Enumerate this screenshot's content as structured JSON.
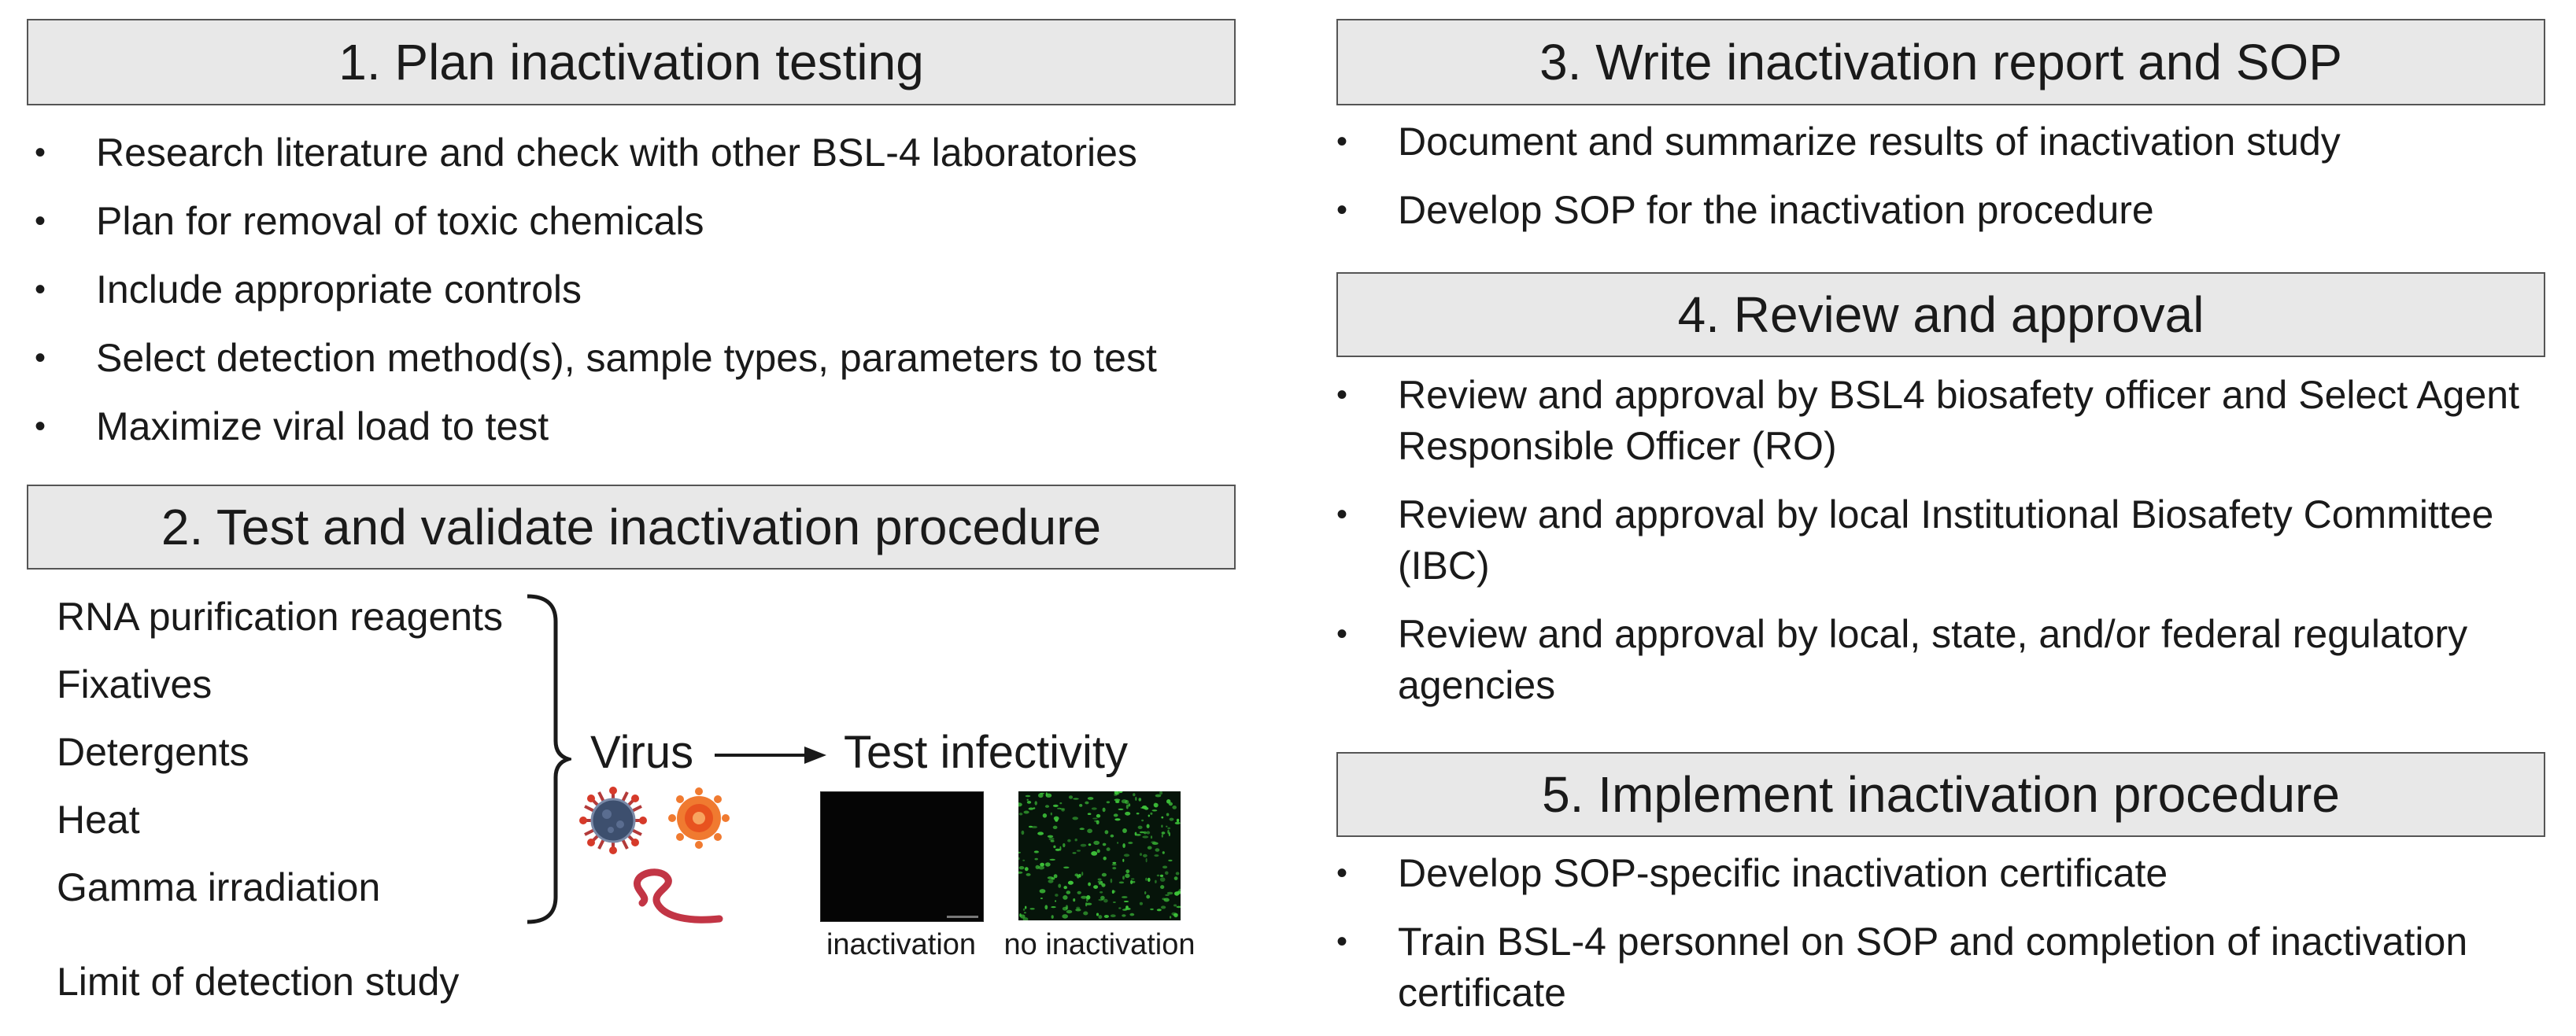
{
  "step1": {
    "title": "1. Plan inactivation testing",
    "bullets": [
      "Research literature and check with other BSL-4 laboratories",
      "Plan for removal of toxic chemicals",
      "Include appropriate controls",
      "Select detection method(s), sample types, parameters to test",
      "Maximize viral load to test"
    ]
  },
  "step2": {
    "title": "2. Test and validate inactivation procedure",
    "methods": [
      "RNA purification reagents",
      "Fixatives",
      "Detergents",
      "Heat",
      "Gamma irradiation"
    ],
    "lod": "Limit of detection study",
    "virus_label": "Virus",
    "test_label": "Test infectivity",
    "caption_inactivation": "inactivation",
    "caption_no_inactivation": "no inactivation"
  },
  "step3": {
    "title": "3. Write inactivation report and SOP",
    "bullets": [
      "Document and summarize results of inactivation study",
      "Develop SOP for the inactivation procedure"
    ]
  },
  "step4": {
    "title": "4. Review and approval",
    "bullets": [
      "Review and approval by BSL4 biosafety officer and Select Agent Responsible Officer (RO)",
      "Review and approval by local Institutional Biosafety Committee (IBC)",
      "Review and approval by local, state, and/or federal regulatory agencies"
    ]
  },
  "step5": {
    "title": "5. Implement inactivation procedure",
    "bullets": [
      "Develop SOP-specific inactivation certificate",
      "Train BSL-4 personnel on SOP and completion of inactivation certificate"
    ]
  },
  "colors": {
    "box_fill": "#e8e8e8",
    "box_border": "#555555",
    "virus_red": "#d63a2a",
    "virus_orange": "#f07a30",
    "filament": "#c23545",
    "fluorescence": "#3ec43a"
  }
}
